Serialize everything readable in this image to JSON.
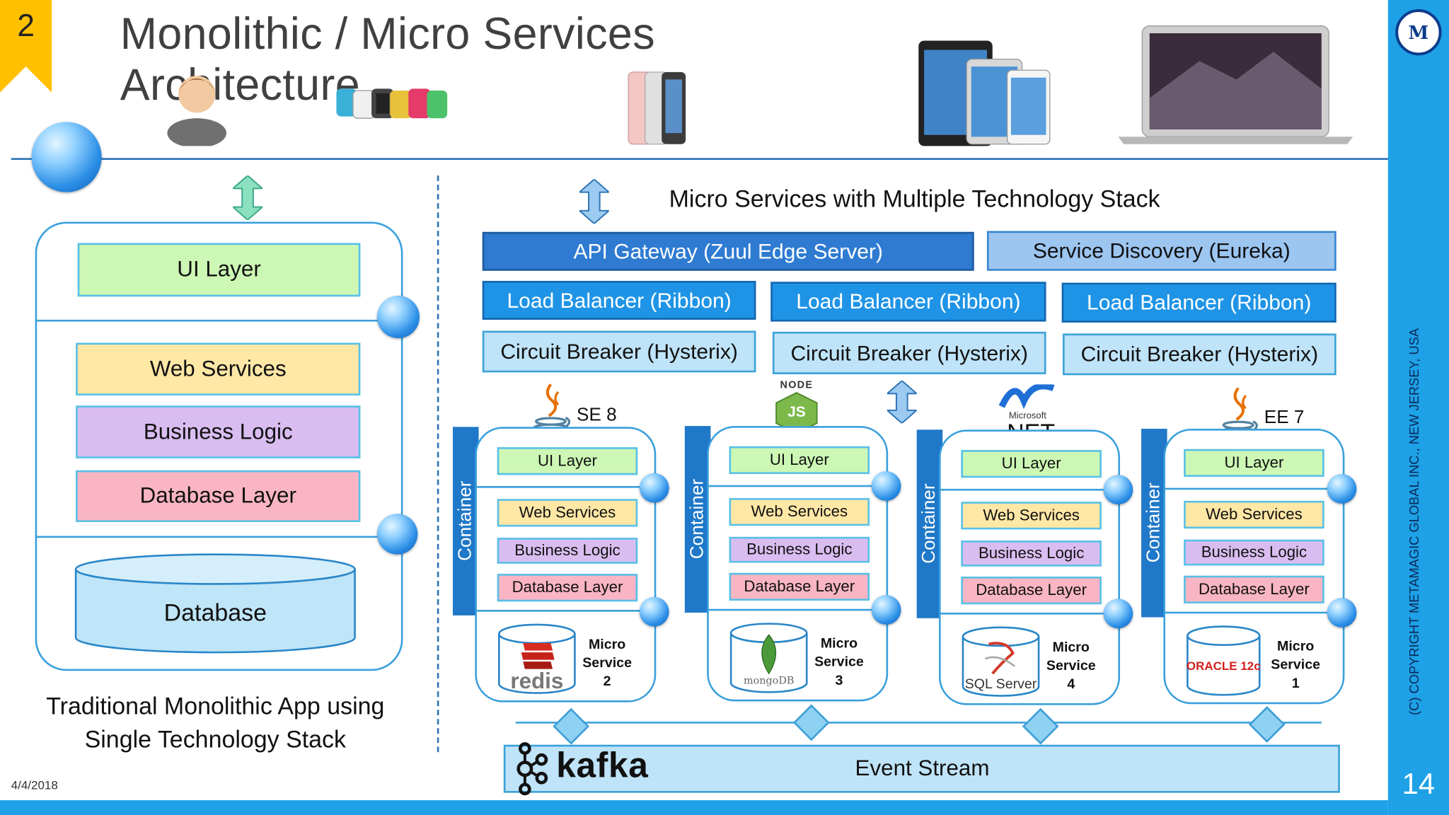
{
  "slide": {
    "number_badge": "2",
    "title": "Monolithic / Micro Services Architecture",
    "date": "4/4/2018",
    "page_number": "14",
    "copyright": "(C) COPYRIGHT METAMAGIC GLOBAL INC., NEW JERSEY, USA",
    "logo_letter": "M"
  },
  "monolith": {
    "ui": "UI Layer",
    "ws": "Web Services",
    "bl": "Business Logic",
    "dl": "Database Layer",
    "db": "Database",
    "caption_line1": "Traditional Monolithic App using",
    "caption_line2": "Single Technology Stack"
  },
  "micro": {
    "heading": "Micro Services with Multiple Technology Stack",
    "gateway": "API Gateway (Zuul Edge Server)",
    "discovery": "Service Discovery (Eureka)",
    "lb": [
      "Load Balancer (Ribbon)",
      "Load Balancer (Ribbon)",
      "Load Balancer (Ribbon)"
    ],
    "cb": [
      "Circuit Breaker (Hysterix)",
      "Circuit Breaker (Hysterix)",
      "Circuit Breaker (Hysterix)"
    ],
    "event_stream": "Event Stream",
    "kafka": "kafka"
  },
  "services": [
    {
      "tech_label": "SE 8",
      "container": "Container",
      "ui": "UI Layer",
      "ws": "Web Services",
      "bl": "Business Logic",
      "dl": "Database Layer",
      "ms1": "Micro",
      "ms2": "Service",
      "ms3": "2",
      "db_logo": "redis"
    },
    {
      "tech_label": "NODE",
      "container": "Container",
      "ui": "UI Layer",
      "ws": "Web Services",
      "bl": "Business Logic",
      "dl": "Database Layer",
      "ms1": "Micro",
      "ms2": "Service",
      "ms3": "3",
      "db_logo": "mongoDB"
    },
    {
      "tech_label": ".NET",
      "container": "Container",
      "ui": "UI Layer",
      "ws": "Web Services",
      "bl": "Business Logic",
      "dl": "Database Layer",
      "ms1": "Micro",
      "ms2": "Service",
      "ms3": "4",
      "db_logo": "SQL Server"
    },
    {
      "tech_label": "EE 7",
      "container": "Container",
      "ui": "UI Layer",
      "ws": "Web Services",
      "bl": "Business Logic",
      "dl": "Database Layer",
      "ms1": "Micro",
      "ms2": "Service",
      "ms3": "1",
      "db_logo": "ORACLE 12c"
    }
  ],
  "logos": {
    "java": "java-logo",
    "node_js": "JS",
    "microsoft": "Microsoft"
  }
}
